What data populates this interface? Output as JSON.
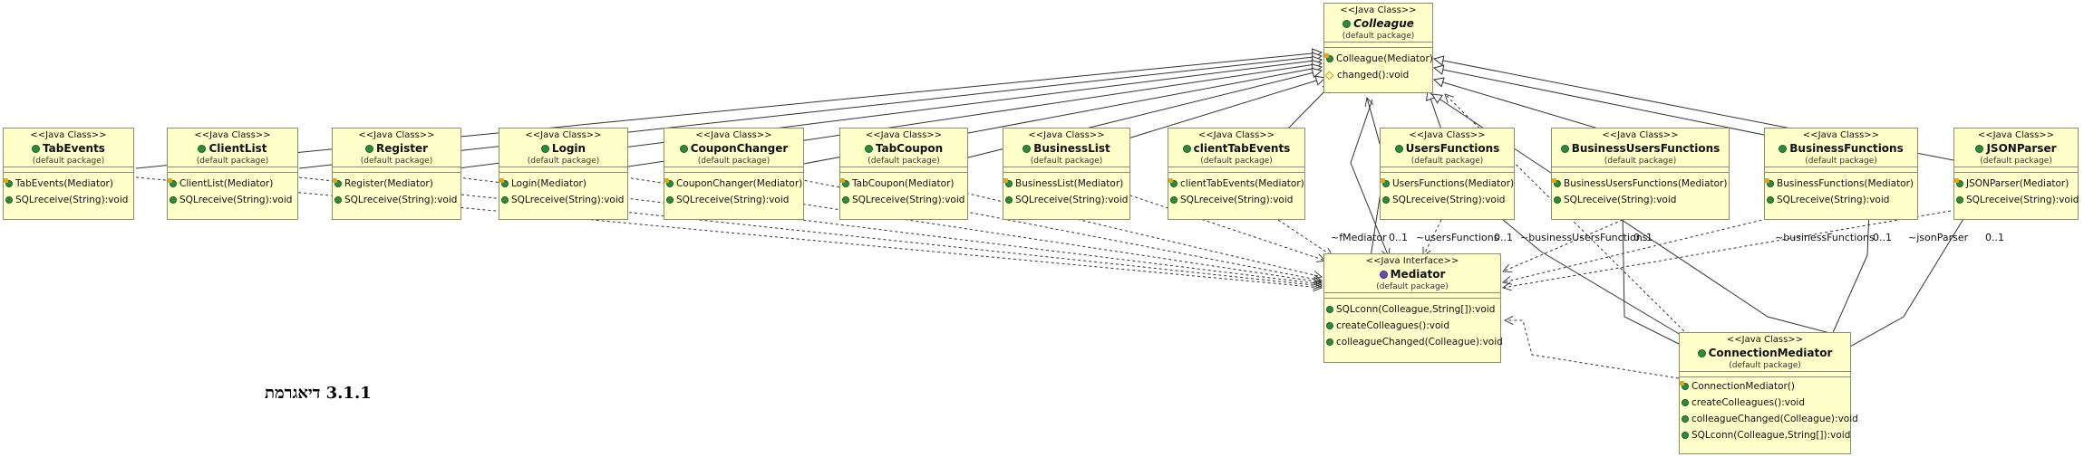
{
  "classes": {
    "colleague": {
      "stereotype": "<<Java Class>>",
      "name": "Colleague",
      "package": "(default package)",
      "ops": [
        "Colleague(Mediator)",
        "changed():void"
      ]
    },
    "tabEvents": {
      "stereotype": "<<Java Class>>",
      "name": "TabEvents",
      "package": "(default package)",
      "ops": [
        "TabEvents(Mediator)",
        "SQLreceive(String):void"
      ]
    },
    "clientList": {
      "stereotype": "<<Java Class>>",
      "name": "ClientList",
      "package": "(default package)",
      "ops": [
        "ClientList(Mediator)",
        "SQLreceive(String):void"
      ]
    },
    "register": {
      "stereotype": "<<Java Class>>",
      "name": "Register",
      "package": "(default package)",
      "ops": [
        "Register(Mediator)",
        "SQLreceive(String):void"
      ]
    },
    "login": {
      "stereotype": "<<Java Class>>",
      "name": "Login",
      "package": "(default package)",
      "ops": [
        "Login(Mediator)",
        "SQLreceive(String):void"
      ]
    },
    "couponChanger": {
      "stereotype": "<<Java Class>>",
      "name": "CouponChanger",
      "package": "(default package)",
      "ops": [
        "CouponChanger(Mediator)",
        "SQLreceive(String):void"
      ]
    },
    "tabCoupon": {
      "stereotype": "<<Java Class>>",
      "name": "TabCoupon",
      "package": "(default package)",
      "ops": [
        "TabCoupon(Mediator)",
        "SQLreceive(String):void"
      ]
    },
    "businessList": {
      "stereotype": "<<Java Class>>",
      "name": "BusinessList",
      "package": "(default package)",
      "ops": [
        "BusinessList(Mediator)",
        "SQLreceive(String):void"
      ]
    },
    "clientTabEvents": {
      "stereotype": "<<Java Class>>",
      "name": "clientTabEvents",
      "package": "(default package)",
      "ops": [
        "clientTabEvents(Mediator)",
        "SQLreceive(String):void"
      ]
    },
    "usersFunctions": {
      "stereotype": "<<Java Class>>",
      "name": "UsersFunctions",
      "package": "(default package)",
      "ops": [
        "UsersFunctions(Mediator)",
        "SQLreceive(String):void"
      ]
    },
    "businessUsersFunctions": {
      "stereotype": "<<Java Class>>",
      "name": "BusinessUsersFunctions",
      "package": "(default package)",
      "ops": [
        "BusinessUsersFunctions(Mediator)",
        "SQLreceive(String):void"
      ]
    },
    "businessFunctions": {
      "stereotype": "<<Java Class>>",
      "name": "BusinessFunctions",
      "package": "(default package)",
      "ops": [
        "BusinessFunctions(Mediator)",
        "SQLreceive(String):void"
      ]
    },
    "jsonParser": {
      "stereotype": "<<Java Class>>",
      "name": "JSONParser",
      "package": "(default package)",
      "ops": [
        "JSONParser(Mediator)",
        "SQLreceive(String):void"
      ]
    },
    "mediator": {
      "stereotype": "<<Java Interface>>",
      "name": "Mediator",
      "package": "(default package)",
      "ops": [
        "SQLconn(Colleague,String[]):void",
        "createColleagues():void",
        "colleagueChanged(Colleague):void"
      ]
    },
    "connectionMediator": {
      "stereotype": "<<Java Class>>",
      "name": "ConnectionMediator",
      "package": "(default package)",
      "ops": [
        "ConnectionMediator()",
        "createColleagues():void",
        "colleagueChanged(Colleague):void",
        "SQLconn(Colleague,String[]):void"
      ]
    }
  },
  "labels": {
    "fMediator": "~fMediator",
    "fMediatorMult": "0..1",
    "usersFunctions": "~usersFunctions",
    "usersFunctionsMult": "0..1",
    "businessUsersFunctions": "~businessUsersFunctions",
    "businessUsersFunctionsMult": "0..1",
    "businessFunctions": "~businessFunctions",
    "businessFunctionsMult": "0..1",
    "jsonParser": "~jsonParser",
    "jsonParserMult": "0..1"
  },
  "caption": "3.1.1 דיאגרמת",
  "colors": {
    "box_fill": "#ffffca",
    "box_border": "#8c8c6e",
    "line": "#333333"
  },
  "icons": {
    "class": "class-icon",
    "interface": "interface-icon",
    "constructor": "constructor-icon",
    "method": "method-icon",
    "protected_method": "protected-method-icon"
  }
}
